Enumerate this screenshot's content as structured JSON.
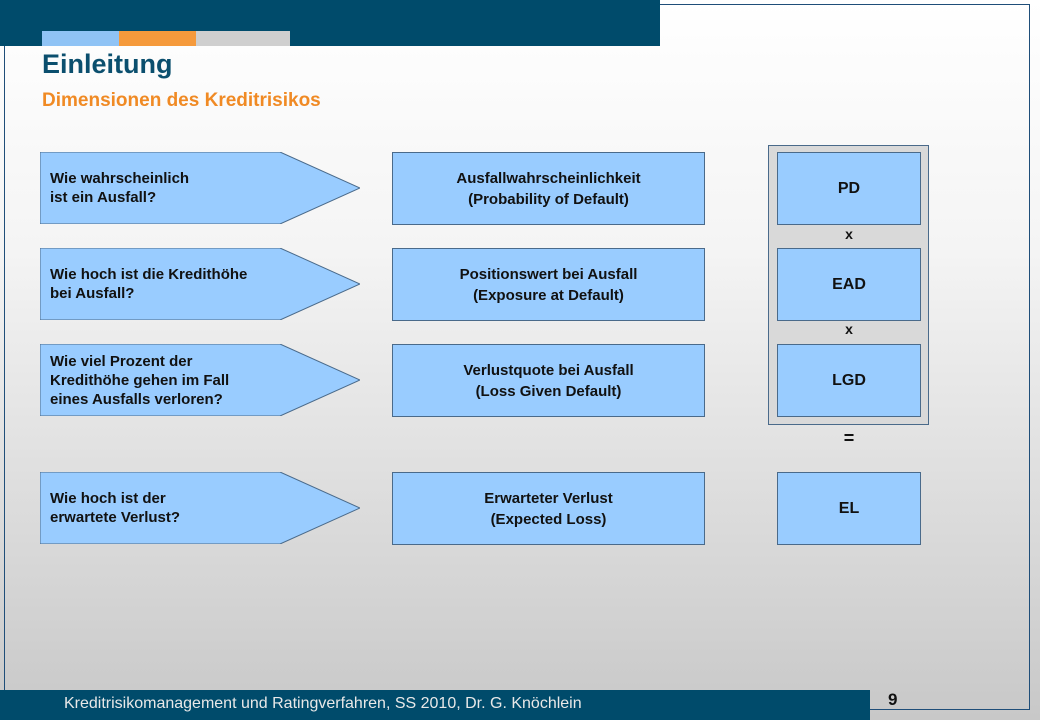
{
  "header": {
    "title": "Einleitung",
    "subtitle": "Dimensionen des Kreditrisikos"
  },
  "rows": [
    {
      "question": [
        "Wie wahrscheinlich",
        "ist ein Ausfall?"
      ],
      "term": [
        "Ausfallwahrscheinlichkeit",
        "(Probability of Default)"
      ],
      "abbr": "PD"
    },
    {
      "question": [
        "Wie hoch ist die Kredithöhe",
        "bei Ausfall?"
      ],
      "term": [
        "Positionswert bei Ausfall",
        "(Exposure at Default)"
      ],
      "abbr": "EAD"
    },
    {
      "question": [
        "Wie viel Prozent der",
        "Kredithöhe gehen im Fall",
        "eines Ausfalls verloren?"
      ],
      "term": [
        "Verlustquote bei Ausfall",
        "(Loss Given Default)"
      ],
      "abbr": "LGD"
    },
    {
      "question": [
        "Wie hoch ist der",
        "erwartete Verlust?"
      ],
      "term": [
        "Erwarteter Verlust",
        "(Expected Loss)"
      ],
      "abbr": "EL"
    }
  ],
  "operators": {
    "mult1": "x",
    "mult2": "x",
    "equals": "="
  },
  "colors": {
    "box_fill": "#99ccff",
    "header_bar": "#004b6b",
    "accent_orange": "#f08a24",
    "accent_blue": "#8fc3f5"
  },
  "footer": {
    "text": "Kreditrisikomanagement und Ratingverfahren, SS 2010, Dr. G. Knöchlein",
    "page": "9"
  }
}
